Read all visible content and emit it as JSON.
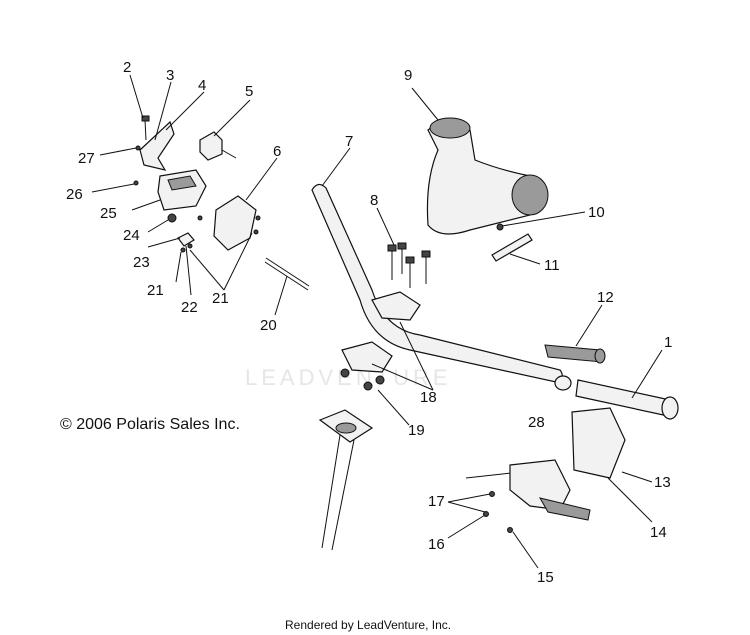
{
  "watermark": "LEADVENTURE",
  "copyright": "© 2006 Polaris Sales Inc.",
  "footer": "Rendered by LeadVenture, Inc.",
  "callouts": [
    "1",
    "2",
    "3",
    "4",
    "5",
    "6",
    "7",
    "8",
    "9",
    "10",
    "11",
    "12",
    "13",
    "14",
    "15",
    "16",
    "17",
    "18",
    "19",
    "20",
    "21",
    "21",
    "22",
    "23",
    "24",
    "25",
    "26",
    "27",
    "28"
  ]
}
